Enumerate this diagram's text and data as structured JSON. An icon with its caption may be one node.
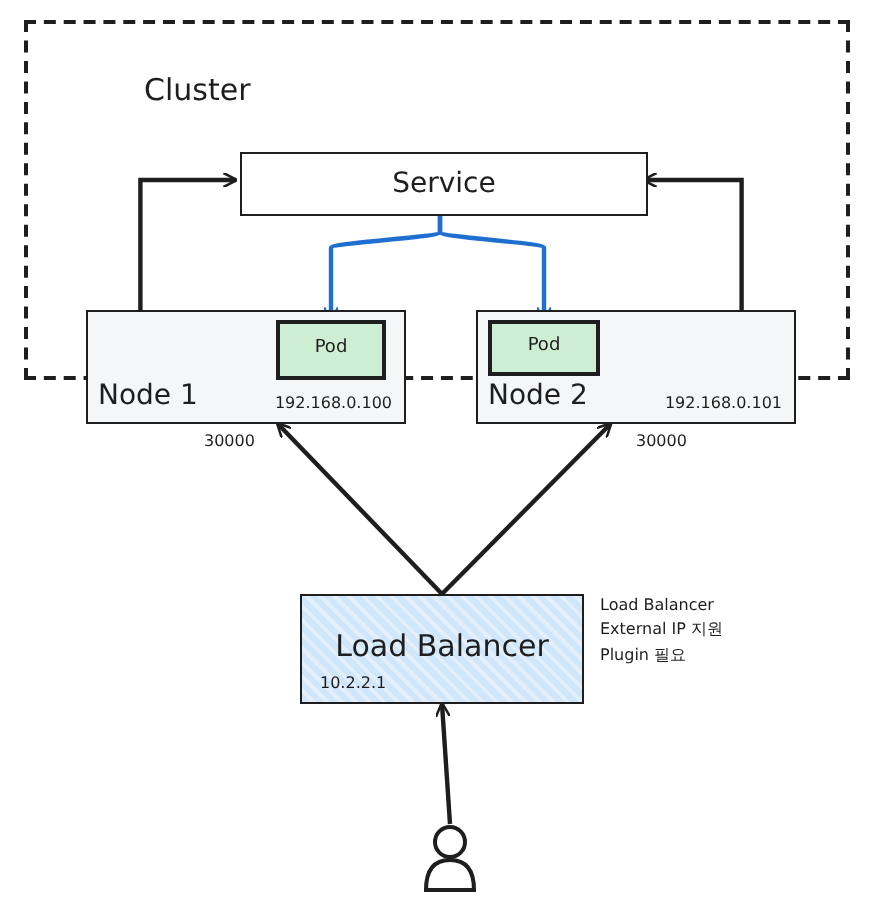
{
  "diagram": {
    "nodes": [
      {
        "text": [
          "Cluster"
        ]
      },
      {
        "text": [
          "Service"
        ],
        "in": 0
      },
      {
        "text": [
          "Node 1",
          "192.168.0.100"
        ],
        "beside": [
          "30000"
        ]
      },
      {
        "text": [
          "Pod"
        ]
      },
      {
        "text": [
          "Node 2",
          "192.168.0.101"
        ],
        "beside": [
          "30000"
        ]
      },
      {
        "text": [
          "Pod"
        ]
      },
      {
        "text": [
          "Load Balancer",
          "10.2.2.1"
        ],
        "beside": [
          "Load Balancer External IP 지원 Plugin 필요"
        ]
      },
      {
        "text": [],
        "shape": "person"
      }
    ],
    "edges": [
      {
        "from": 2,
        "to": 1,
        "arrow": "to"
      },
      {
        "from": 4,
        "to": 1,
        "arrow": "to"
      },
      {
        "from": 1,
        "to": 3,
        "arrow": "to",
        "color": "#1e6fd0"
      },
      {
        "from": 1,
        "to": 5,
        "arrow": "to",
        "color": "#1e6fd0"
      },
      {
        "from": 6,
        "to": 2,
        "arrow": "to"
      },
      {
        "from": 6,
        "to": 4,
        "arrow": "to"
      },
      {
        "from": 7,
        "to": 6,
        "arrow": "to"
      }
    ]
  }
}
